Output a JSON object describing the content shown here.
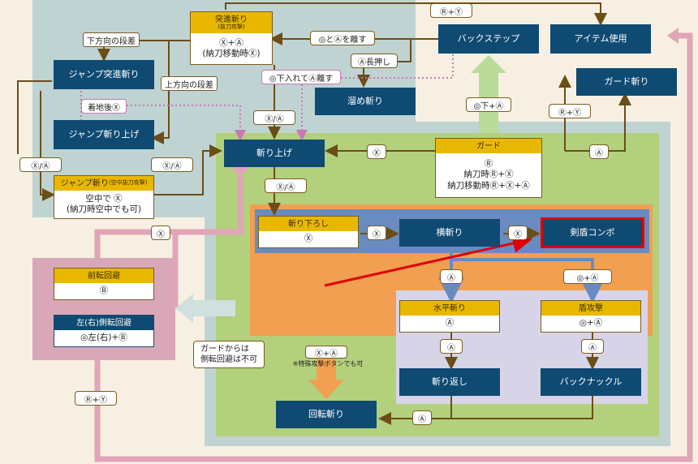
{
  "colors": {
    "page_bg": "#f7f0e2",
    "navy": "#0f4a72",
    "gold": "#e8b800",
    "region_slate": "#bfd3d2",
    "region_green": "#b3d07c",
    "region_orange": "#f0a050",
    "region_blue_strip": "#6a8bbf",
    "region_lavender": "#d8d4e8",
    "region_pink": "#d9a8b8",
    "arrow_brown": "#6a4e18",
    "arrow_pink": "#e0a5b8",
    "arrow_green": "#b9dc9a",
    "highlight_red": "#e00000"
  },
  "nodes": {
    "tosshin_title": "突進斬り",
    "tosshin_sub": "(抜刀攻撃)",
    "tosshin_body1": "Ⓧ+Ⓐ",
    "tosshin_body2": "(納刀移動時Ⓧ)",
    "jump_tosshin": "ジャンプ突進斬り",
    "jump_kiriage": "ジャンプ斬り上げ",
    "jump_giri_title": "ジャンプ斬り",
    "jump_giri_sub": "(空中抜刀攻撃)",
    "jump_giri_body1": "空中で Ⓧ",
    "jump_giri_body2": "(納刀時空中でも可)",
    "backstep": "バックステップ",
    "item_use": "アイテム使用",
    "guard_giri": "ガード斬り",
    "tame_giri": "溜め斬り",
    "kiriage": "斬り上げ",
    "guard_title": "ガード",
    "guard_body1": "Ⓡ",
    "guard_body2": "納刀時Ⓡ+Ⓧ",
    "guard_body3": "納刀移動時Ⓡ+Ⓧ+Ⓐ",
    "kirioroshi_title": "斬り下ろし",
    "kirioroshi_body": "Ⓧ",
    "yoko_giri": "横斬り",
    "kenjun_combo": "剣盾コンボ",
    "suihei_title": "水平斬り",
    "suihei_body": "Ⓐ",
    "tate_title": "盾攻撃",
    "tate_body": "◎+Ⓐ",
    "kiri_kaeshi": "斬り返し",
    "back_knuckle": "バックナックル",
    "kaiten_giri": "回転斬り",
    "zenten_title": "前転回避",
    "zenten_body": "Ⓑ",
    "sokuten_title": "左(右)側転回避",
    "sokuten_body": "◎左(右)+Ⓑ"
  },
  "labels": {
    "shita_dansa": "下方向の段差",
    "ue_dansa": "上方向の段差",
    "chakuchi": "着地後Ⓧ",
    "xa_left1": "Ⓧ/Ⓐ",
    "xa_left2": "Ⓧ/Ⓐ",
    "xa_top": "Ⓧ/Ⓐ",
    "xa_mid": "Ⓧ/Ⓐ",
    "stick_a_release": "◎とⒶを離す",
    "a_nagaoshi": "Ⓐ長押し",
    "stick_down_release": "◎下入れてⒶ離す",
    "ry_top": "Ⓡ+Ⓨ",
    "stick_down_a": "◎下+Ⓐ",
    "ry_right": "Ⓡ+Ⓨ",
    "x_guard": "Ⓧ",
    "a_guard": "Ⓐ",
    "x_pink": "Ⓧ",
    "x_strip1": "Ⓧ",
    "x_strip2": "Ⓧ",
    "a_branch": "Ⓐ",
    "stick_a_branch": "◎+Ⓐ",
    "a_suihei": "Ⓐ",
    "a_tate": "Ⓐ",
    "xa_kaiten": "Ⓧ+Ⓐ",
    "xa_kaiten_note": "※特殊攻撃ボタンでも可",
    "a_bottom": "Ⓐ",
    "ry_bottom": "Ⓡ+Ⓨ",
    "guard_note": "ガードからは\n側転回避は不可"
  }
}
